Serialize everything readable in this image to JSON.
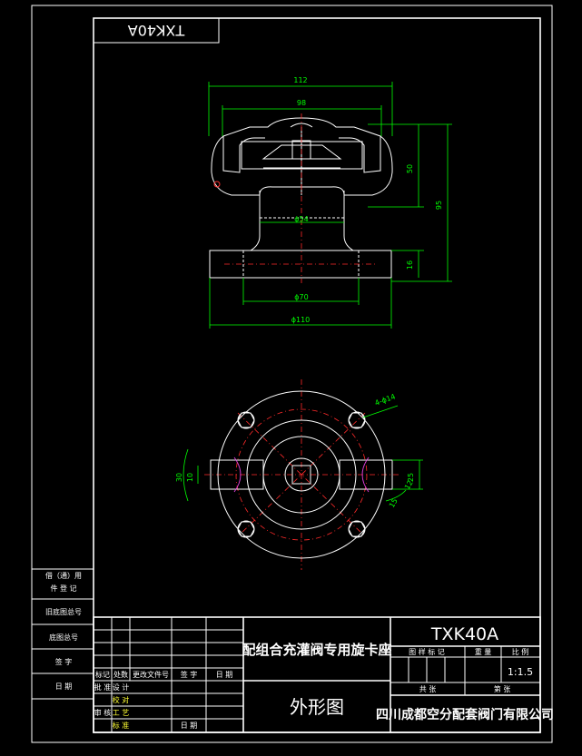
{
  "drawing": {
    "code": "TXK40A",
    "code_mirrored": "TXK40A",
    "title": "配组合充灌阀专用旋卡座",
    "view_name": "外形图",
    "company": "四川成都空分配套阀门有限公司",
    "scale": "1:1.5"
  },
  "dimensions": {
    "d112": "112",
    "d98": "98",
    "d50": "50",
    "d95": "95",
    "d16": "16",
    "phi54": "ϕ54",
    "phi70": "ϕ70",
    "phi110": "ϕ110",
    "holes": "4-ϕ14",
    "d30": "30",
    "d10": "10",
    "d25": "25",
    "d12": "12",
    "d15": "15"
  },
  "side_block": {
    "row1a": "借（通）用",
    "row1b": "件 登 记",
    "row2": "旧底图总号",
    "row3": "底图总号",
    "row4": "签  字",
    "row5": "日  期"
  },
  "title_block": {
    "col_mark": "标记",
    "col_count": "处数",
    "col_doc": "更改文件号",
    "col_sign": "签 字",
    "col_date": "日 期",
    "design": "设 计",
    "review": "校 对",
    "process": "工 艺",
    "check": "标 准",
    "audit": "审 核",
    "approve": "批 准",
    "date": "日 期",
    "stage_mark": "图 样 标 记",
    "weight": "重 量",
    "scale_label": "比 例",
    "sheets_total": "共  张",
    "sheet_no": "第  张"
  }
}
